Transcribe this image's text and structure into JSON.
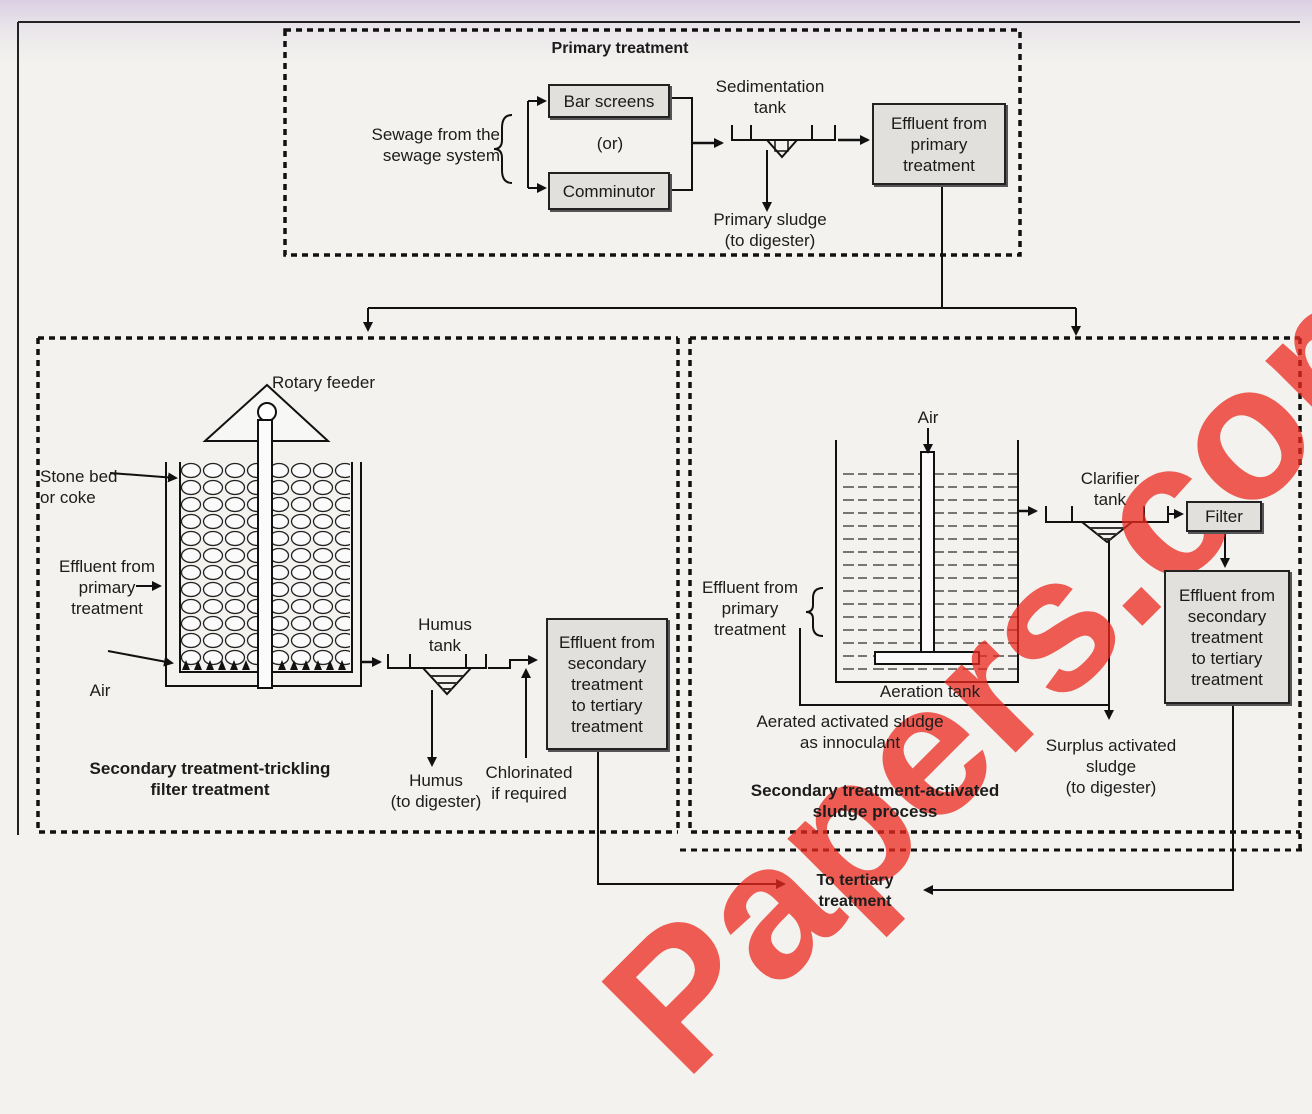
{
  "primary": {
    "title": "Primary treatment",
    "sewage_source": "Sewage from the\nsewage system",
    "bar_screens": "Bar screens",
    "or": "(or)",
    "comminutor": "Comminutor",
    "sedimentation_tank": "Sedimentation\ntank",
    "primary_sludge": "Primary sludge\n(to digester)",
    "effluent_box": "Effluent from\nprimary\ntreatment"
  },
  "trickling": {
    "rotary_feeder": "Rotary feeder",
    "stone_bed": "Stone bed\nor coke",
    "effluent_in": "Effluent from\nprimary\ntreatment",
    "air": "Air",
    "humus_tank": "Humus\ntank",
    "humus_out": "Humus\n(to digester)",
    "chlorinated": "Chlorinated\nif required",
    "effluent_box": "Effluent from\nsecondary\ntreatment\nto tertiary\ntreatment",
    "caption": "Secondary treatment-trickling\nfilter treatment"
  },
  "activated": {
    "air": "Air",
    "clarifier_tank": "Clarifier\ntank",
    "filter": "Filter",
    "effluent_in": "Effluent from\nprimary\ntreatment",
    "aeration_tank": "Aeration tank",
    "aerated_sludge": "Aerated activated sludge\nas innoculant",
    "surplus_sludge": "Surplus activated\nsludge\n(to digester)",
    "effluent_box": "Effluent from\nsecondary\ntreatment\nto tertiary\ntreatment",
    "caption": "Secondary treatment-activated\nsludge process"
  },
  "tertiary": "To tertiary\ntreatment",
  "watermark": "Papers.com",
  "colors": {
    "line": "#111111",
    "box_fill": "#e1e0dc",
    "watermark": "#eb281e",
    "paper": "#f3f2ee"
  }
}
